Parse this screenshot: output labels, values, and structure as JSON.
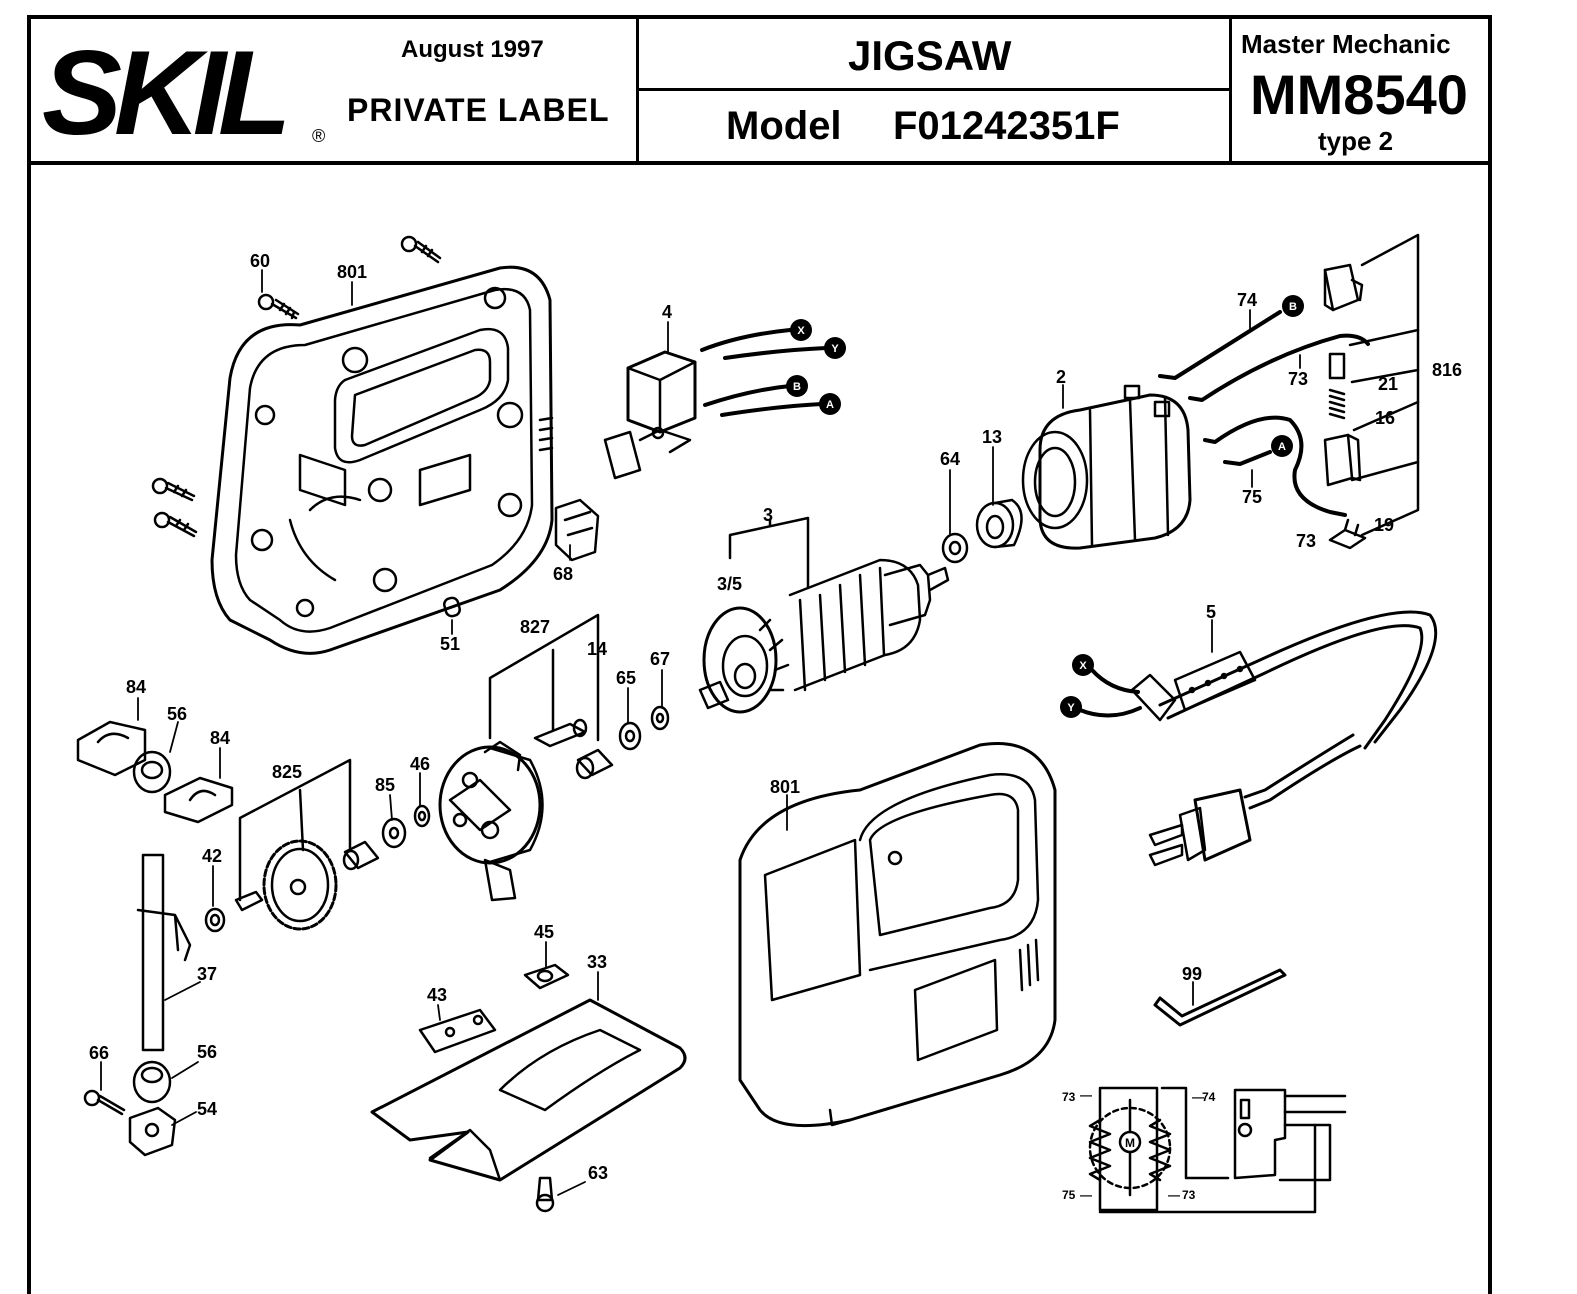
{
  "header": {
    "brand": "SKIL",
    "registered": "®",
    "date": "August  1997",
    "label": "PRIVATE LABEL",
    "product": "JIGSAW",
    "model_label": "Model",
    "model_number": "F01242351F",
    "series": "Master Mechanic",
    "series_model": "MM8540",
    "type": "type 2"
  },
  "callouts": {
    "c60": "60",
    "c801a": "801",
    "c4": "4",
    "c74": "74",
    "c73a": "73",
    "c21": "21",
    "c816": "816",
    "c2": "2",
    "c16": "16",
    "c13": "13",
    "c64": "64",
    "c75": "75",
    "c19": "19",
    "c73b": "73",
    "c68": "68",
    "c3": "3",
    "c35": "3/5",
    "c51": "51",
    "c827": "827",
    "c14": "14",
    "c5": "5",
    "c84a": "84",
    "c56a": "56",
    "c84b": "84",
    "c65": "65",
    "c67": "67",
    "c825": "825",
    "c85": "85",
    "c46": "46",
    "c801b": "801",
    "c42": "42",
    "c45": "45",
    "c33": "33",
    "c37": "37",
    "c43": "43",
    "c99": "99",
    "c66": "66",
    "c56b": "56",
    "c54": "54",
    "c63": "63"
  },
  "wire_tags": {
    "x": "X",
    "y": "Y",
    "b": "B",
    "a": "A"
  },
  "schematic": {
    "w73a": "73",
    "w74": "74",
    "w75": "75",
    "w73b": "73",
    "motor": "M"
  }
}
